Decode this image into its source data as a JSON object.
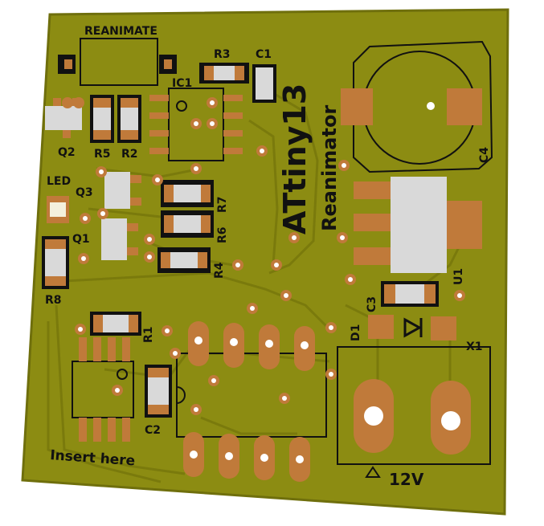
{
  "colors": {
    "board": "#8c8c12",
    "board_edge": "#6f6f0c",
    "trace": "#7a7a0c",
    "copper": "#c07a3a",
    "silk": "#111111",
    "chip": "#d9d9d9",
    "pad_hole": "#ffffff"
  },
  "labels": {
    "reanimate": "REANIMATE",
    "ic1": "IC1",
    "r3": "R3",
    "c1": "C1",
    "q2": "Q2",
    "r5": "R5",
    "r2": "R2",
    "led": "LED",
    "q3": "Q3",
    "q1": "Q1",
    "r7": "R7",
    "r6": "R6",
    "r4": "R4",
    "r8": "R8",
    "r1": "R1",
    "c2": "C2",
    "c3": "C3",
    "d1": "D1",
    "u1": "U1",
    "c4": "C4",
    "x1": "X1",
    "title_line1": "ATtiny13",
    "title_line2": "Reanimator",
    "insert_here": "Insert here",
    "power": "12V"
  }
}
